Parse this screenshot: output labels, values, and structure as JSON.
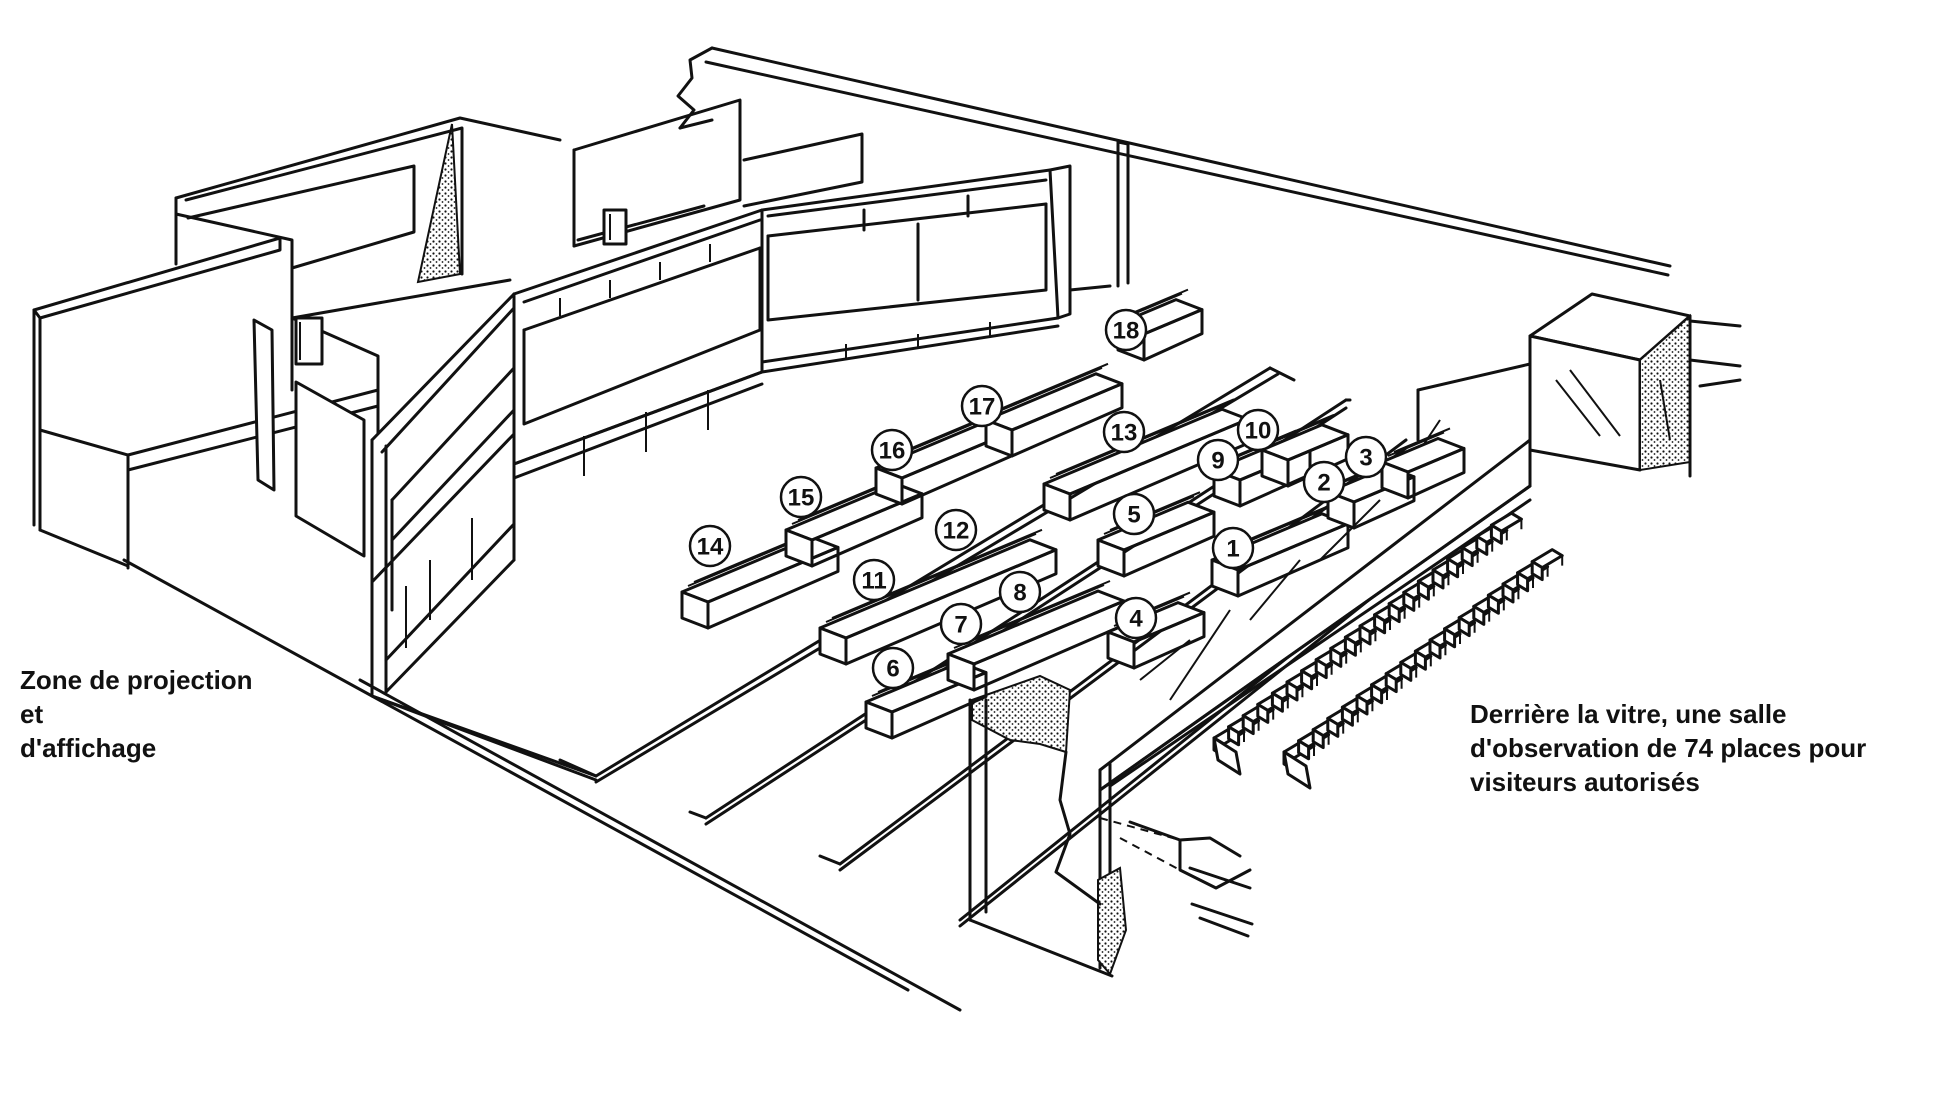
{
  "captions": {
    "left": "Zone de projection\net\nd'affichage",
    "right": "Derrière la vitre, une salle\nd'observation de 74 places pour\nvisiteurs autorisés"
  },
  "consoles": [
    {
      "label": "1"
    },
    {
      "label": "2"
    },
    {
      "label": "3"
    },
    {
      "label": "4"
    },
    {
      "label": "5"
    },
    {
      "label": "6"
    },
    {
      "label": "7"
    },
    {
      "label": "8"
    },
    {
      "label": "9"
    },
    {
      "label": "10"
    },
    {
      "label": "11"
    },
    {
      "label": "12"
    },
    {
      "label": "13"
    },
    {
      "label": "14"
    },
    {
      "label": "15"
    },
    {
      "label": "16"
    },
    {
      "label": "17"
    },
    {
      "label": "18"
    }
  ],
  "observation_room": {
    "seat_count": 74
  }
}
